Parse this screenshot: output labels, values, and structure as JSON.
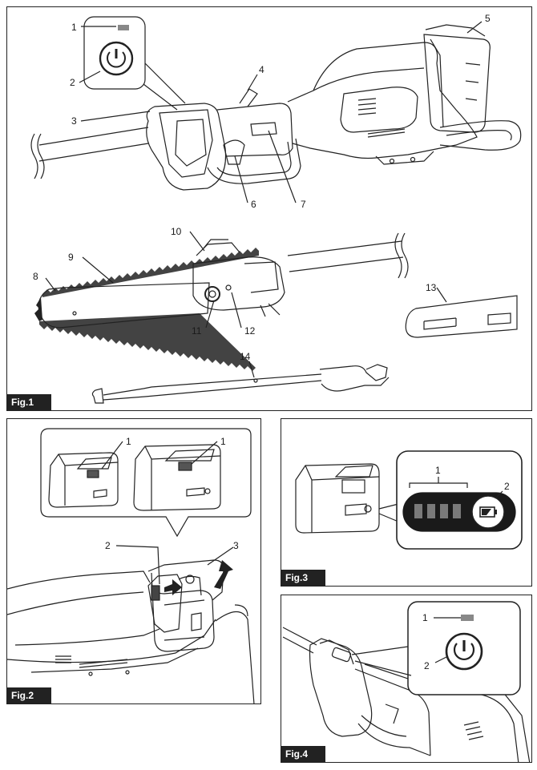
{
  "figures": {
    "fig1": {
      "label": "Fig.1",
      "callouts": [
        "1",
        "2",
        "3",
        "4",
        "5",
        "6",
        "7",
        "8",
        "9",
        "10",
        "11",
        "12",
        "13",
        "14"
      ]
    },
    "fig2": {
      "label": "Fig.2",
      "callouts": [
        "1",
        "1",
        "2",
        "3"
      ]
    },
    "fig3": {
      "label": "Fig.3",
      "callouts": [
        "1",
        "2"
      ]
    },
    "fig4": {
      "label": "Fig.4",
      "callouts": [
        "1",
        "2"
      ]
    }
  }
}
